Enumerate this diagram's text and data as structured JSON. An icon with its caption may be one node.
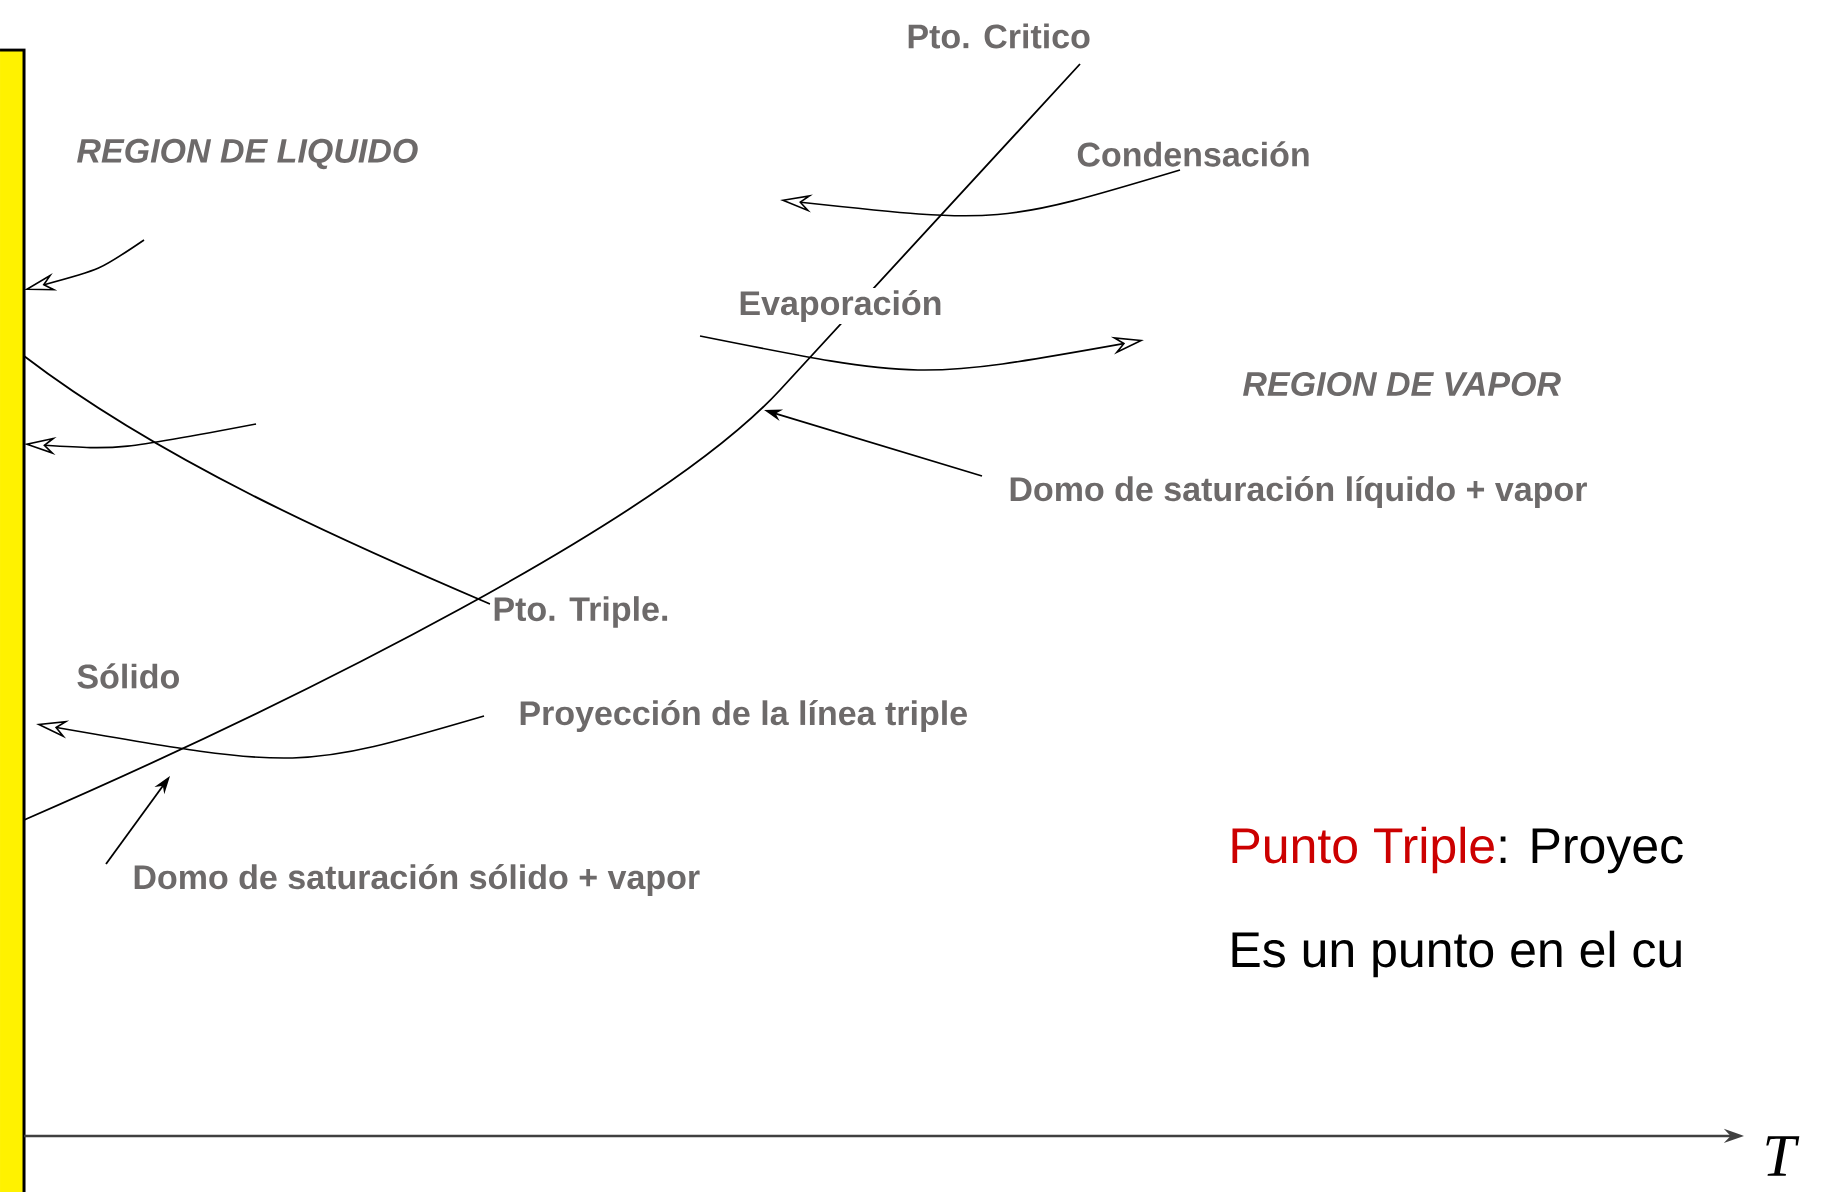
{
  "diagram": {
    "nodes": [
      {
        "text": [
          "Domo de saturación líquido + vapor"
        ]
      },
      {
        "text": [
          "Domo de saturación sólido + vapor"
        ]
      }
    ],
    "edges": [
      {
        "from": 0,
        "to": null,
        "arrow": "to"
      },
      {
        "from": 1,
        "to": null,
        "arrow": "to"
      }
    ],
    "labels": [
      "Pto. Critico",
      "REGION DE LIQUIDO",
      "Condensación",
      "Evaporación",
      "REGION DE VAPOR",
      "Pto. Triple.",
      "Sólido",
      "Proyección de la línea triple",
      "Punto Triple",
      ": Proyec",
      "Es un punto en el cu",
      "T"
    ]
  }
}
